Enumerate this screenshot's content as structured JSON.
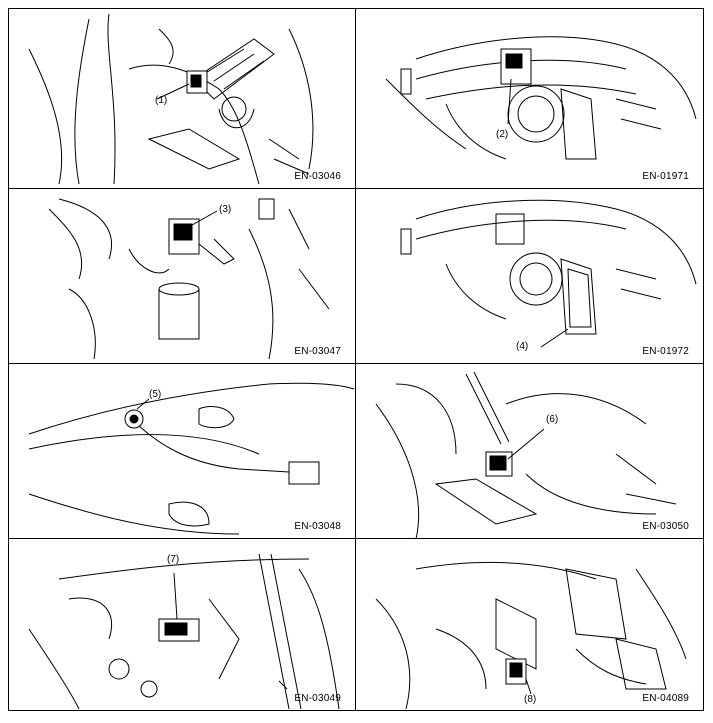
{
  "panels": [
    {
      "id": "p1",
      "callout": "(1)",
      "code": "EN-03046"
    },
    {
      "id": "p2",
      "callout": "(2)",
      "code": "EN-01971"
    },
    {
      "id": "p3",
      "callout": "(3)",
      "code": "EN-03047"
    },
    {
      "id": "p4",
      "callout": "(4)",
      "code": "EN-01972"
    },
    {
      "id": "p5",
      "callout": "(5)",
      "code": "EN-03048"
    },
    {
      "id": "p6",
      "callout": "(6)",
      "code": "EN-03050"
    },
    {
      "id": "p7",
      "callout": "(7)",
      "code": "EN-03049"
    },
    {
      "id": "p8",
      "callout": "(8)",
      "code": "EN-04089"
    }
  ],
  "icons": [
    "engine-line-drawing"
  ]
}
